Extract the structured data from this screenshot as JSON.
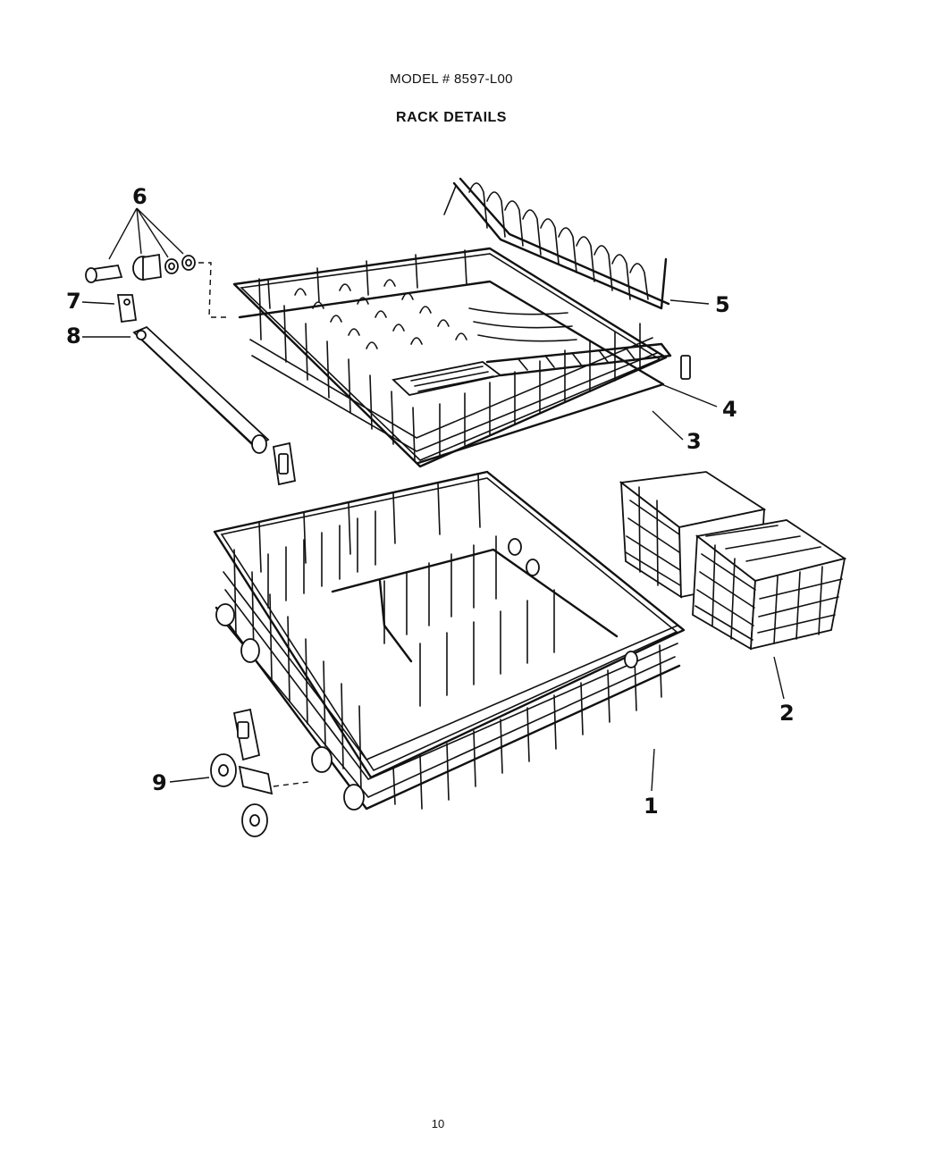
{
  "header": {
    "model": "MODEL # 8597-L00",
    "title": "RACK DETAILS"
  },
  "callouts": [
    {
      "id": "1",
      "label": "1",
      "part": "lower rack"
    },
    {
      "id": "2",
      "label": "2",
      "part": "silverware basket"
    },
    {
      "id": "3",
      "label": "3",
      "part": "upper rack"
    },
    {
      "id": "4",
      "label": "4",
      "part": "cup shelf"
    },
    {
      "id": "5",
      "label": "5",
      "part": "fold-down rack"
    },
    {
      "id": "6",
      "label": "6",
      "part": "roller assembly"
    },
    {
      "id": "7",
      "label": "7",
      "part": "end cap"
    },
    {
      "id": "8",
      "label": "8",
      "part": "slide rail"
    },
    {
      "id": "9",
      "label": "9",
      "part": "wheel assembly"
    }
  ],
  "footer": {
    "page_number": "10"
  }
}
